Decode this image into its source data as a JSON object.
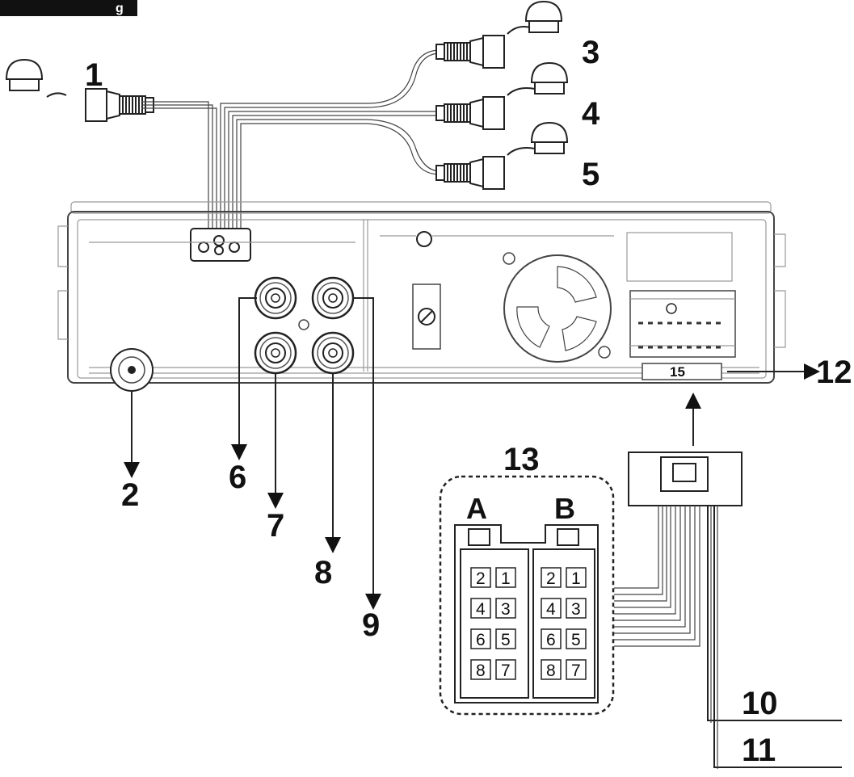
{
  "header_fragment": "g",
  "callouts": {
    "c1": "1",
    "c2": "2",
    "c3": "3",
    "c4": "4",
    "c5": "5",
    "c6": "6",
    "c7": "7",
    "c8": "8",
    "c9": "9",
    "c10": "10",
    "c11": "11",
    "c12": "12",
    "c13": "13"
  },
  "block_label": "15",
  "connector": {
    "A": {
      "letter": "A",
      "pins": [
        "2",
        "1",
        "4",
        "3",
        "6",
        "5",
        "8",
        "7"
      ]
    },
    "B": {
      "letter": "B",
      "pins": [
        "2",
        "1",
        "4",
        "3",
        "6",
        "5",
        "8",
        "7"
      ]
    }
  },
  "colors": {
    "ink": "#111111",
    "background": "#ffffff"
  }
}
